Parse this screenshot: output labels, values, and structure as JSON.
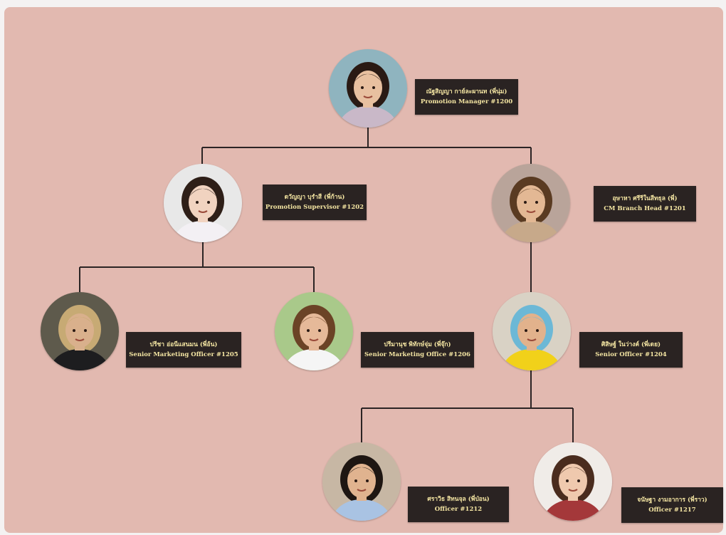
{
  "org_chart": {
    "nodes": [
      {
        "id": "n1",
        "name": "ณัฐสิญญา กาย์ละผานท (พี่นุ่ม)",
        "role": "Promotion Manager #1200",
        "skin": "#e8c0a0",
        "hair": "#2a1a14",
        "bg": "#8fb4bf",
        "shirt": "#c9b8c8"
      },
      {
        "id": "n2",
        "name": "ดวัญญา บุรำสี (พี่ก้าน)",
        "role": "Promotion Supervisor #1202",
        "skin": "#f1d3c0",
        "hair": "#2e1f18",
        "bg": "#e8e8e8",
        "shirt": "#f3f0f4"
      },
      {
        "id": "n3",
        "name": "อุษาหา ศรีรีในสีทธุล (พี่)",
        "role": "CM Branch Head #1201",
        "skin": "#e3b894",
        "hair": "#5a3b22",
        "bg": "#b9a49a",
        "shirt": "#c7a98a"
      },
      {
        "id": "n4",
        "name": "ปรีชา อ่อนีแสนมน (พี่อ้น)",
        "role": "Senior Marketing Officer #1205",
        "skin": "#d9b08c",
        "hair": "#c7aa74",
        "bg": "#5e5a4c",
        "shirt": "#1d1d1f"
      },
      {
        "id": "n5",
        "name": "ปรีมานุช พิทักษ์จุ่ม (พี่จุ๊ก)",
        "role": "Senior Marketing Office #1206",
        "skin": "#e6b999",
        "hair": "#6b4326",
        "bg": "#a9c98a",
        "shirt": "#f5f5f5"
      },
      {
        "id": "n6",
        "name": "ศิสิษฐ์ ในว่างค์ (พี่เดย)",
        "role": "Senior Officer #1204",
        "skin": "#e2b28c",
        "hair": "#6cb8d6",
        "bg": "#d9d2c5",
        "shirt": "#f1d11a"
      },
      {
        "id": "n7",
        "name": "ศราวิธ สิทนจุล (พี่ป่อน)",
        "role": "Officer #1212",
        "skin": "#e0b38f",
        "hair": "#1e1612",
        "bg": "#c7b7a4",
        "shirt": "#a9c3e3"
      },
      {
        "id": "n8",
        "name": "จนัษฐา งามอาการ (พี่ราว)",
        "role": "Officer #1217",
        "skin": "#efc9ae",
        "hair": "#4a2c1e",
        "bg": "#f0ece8",
        "shirt": "#a4383a"
      }
    ]
  }
}
